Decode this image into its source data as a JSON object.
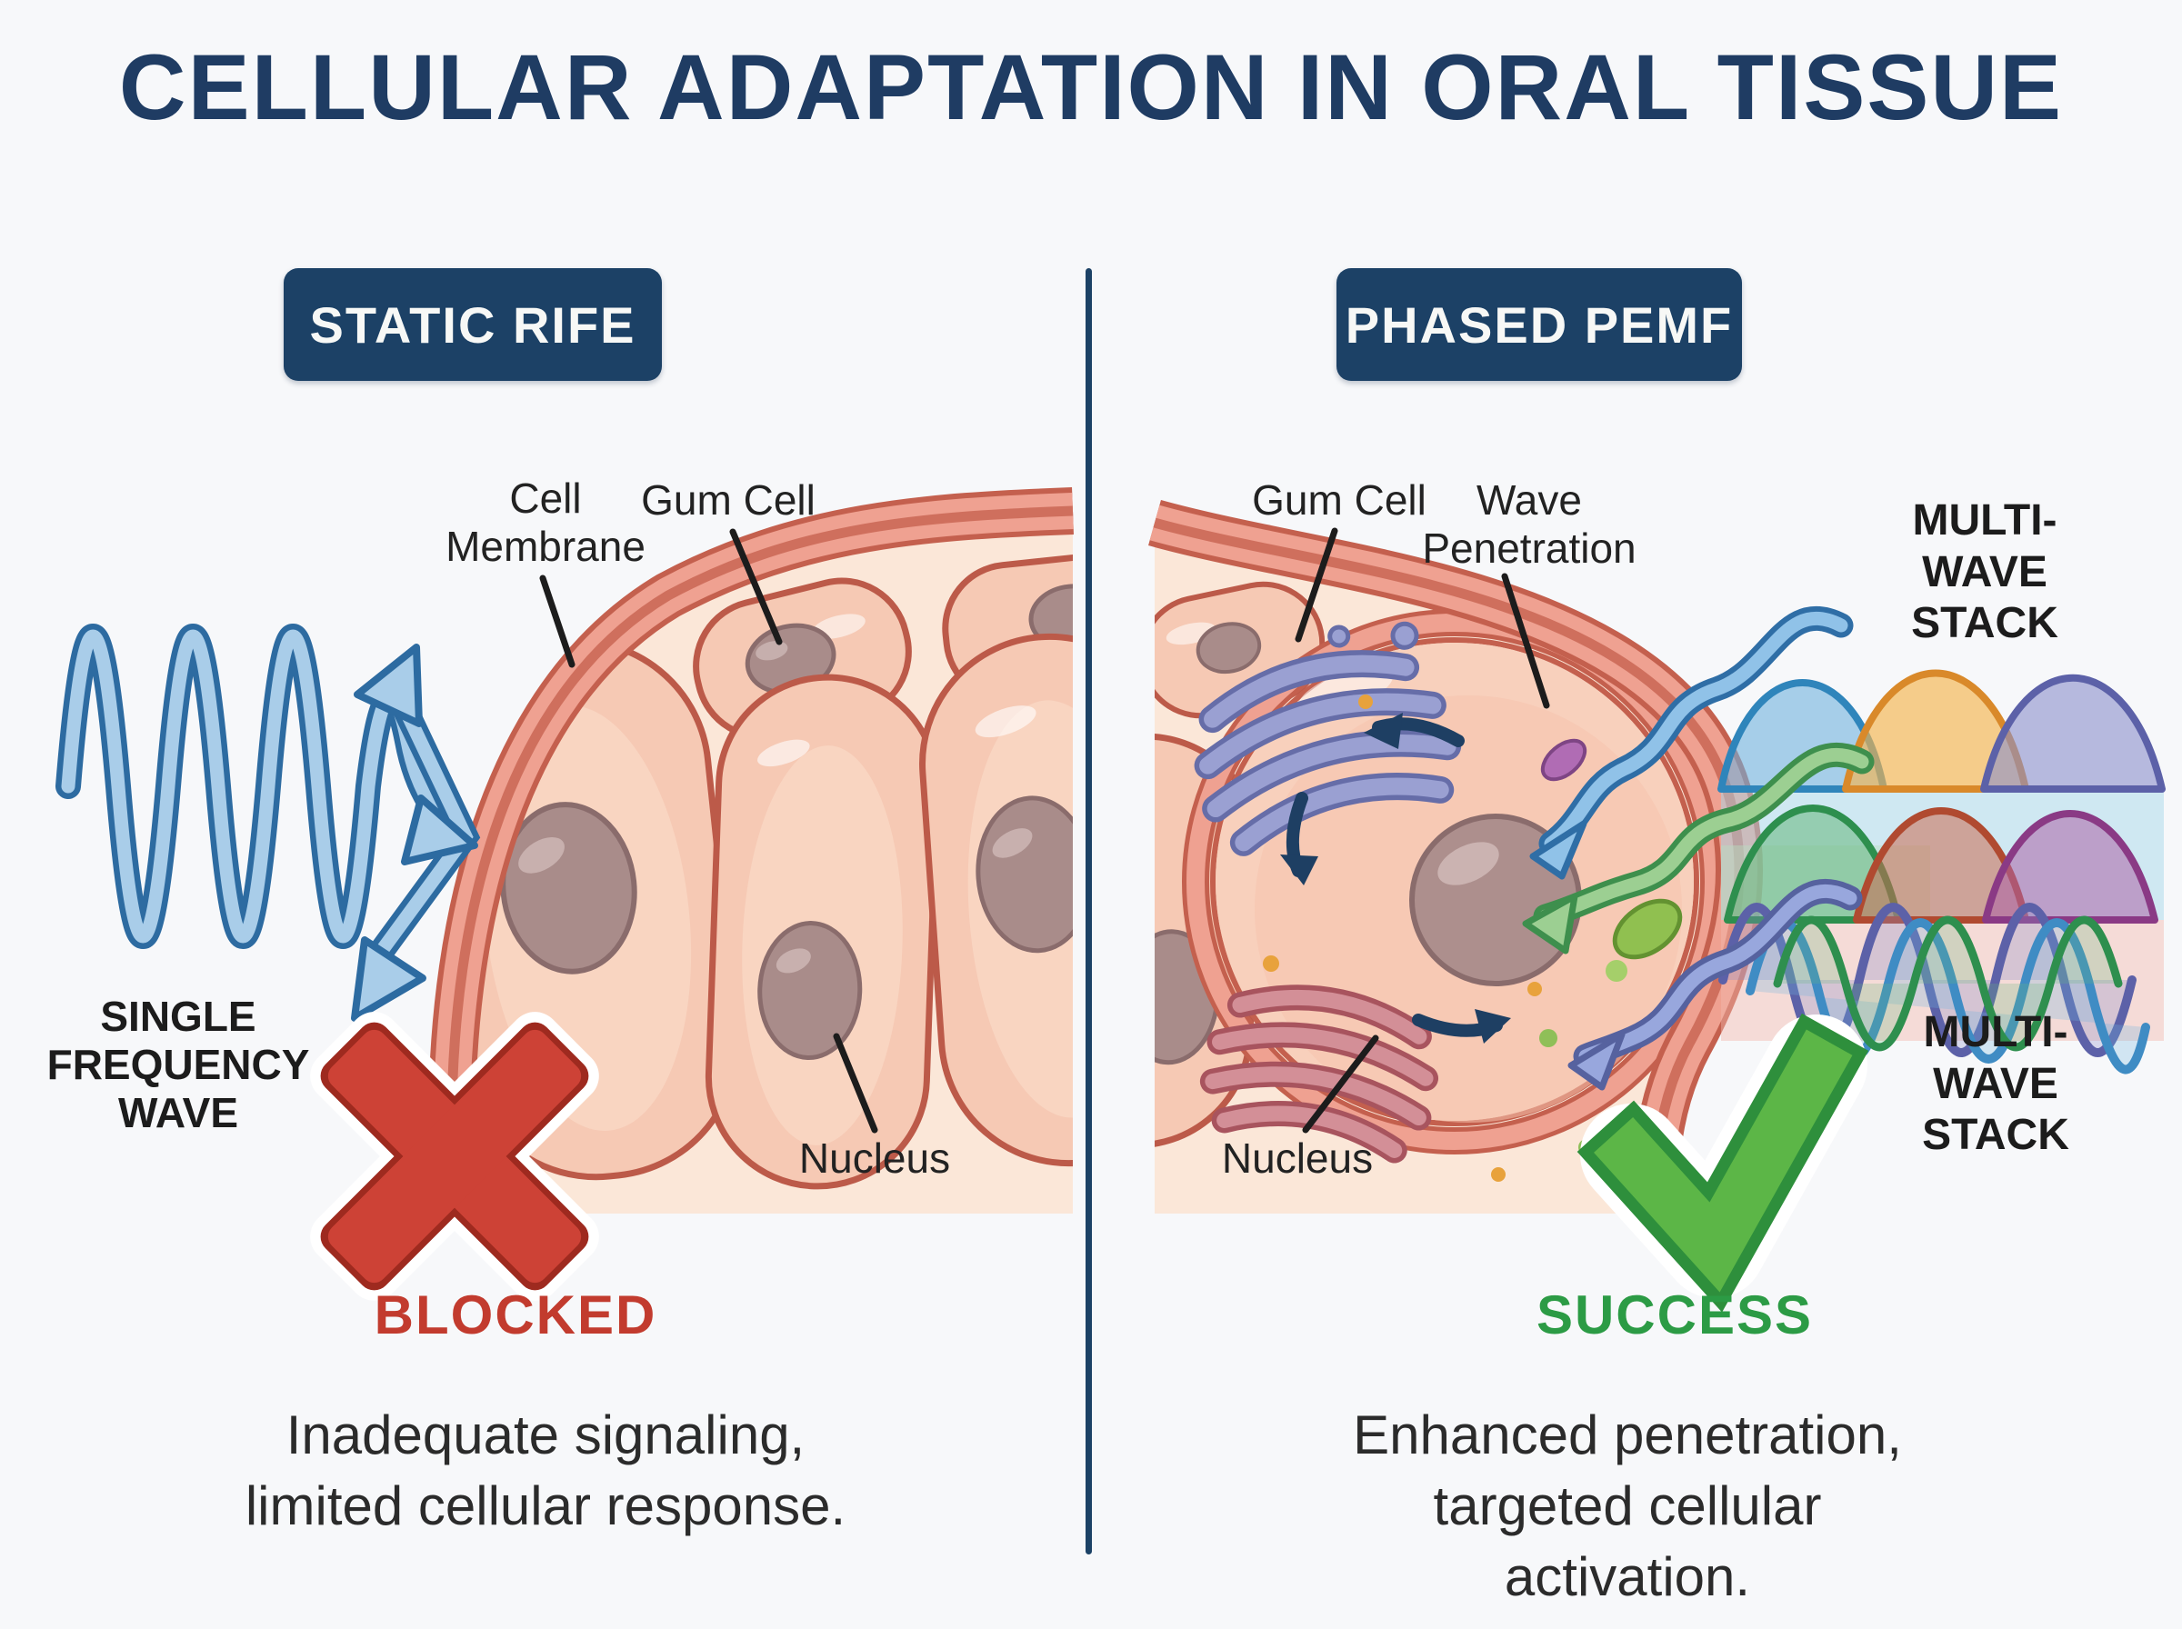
{
  "title": "CELLULAR ADAPTATION IN ORAL TISSUE",
  "left_panel": {
    "badge": "STATIC RIFE",
    "labels": {
      "cell_membrane": "Cell\nMembrane",
      "gum_cell": "Gum Cell",
      "single_frequency_wave": "SINGLE\nFREQUENCY\nWAVE",
      "nucleus": "Nucleus"
    },
    "status": "BLOCKED",
    "caption": "Inadequate signaling,\nlimited cellular response."
  },
  "right_panel": {
    "badge": "PHASED PEMF",
    "labels": {
      "gum_cell": "Gum Cell",
      "wave_penetration": "Wave\nPenetration",
      "multi_wave_stack_top": "MULTI-WAVE\nSTACK",
      "multi_wave_stack_bottom": "MULTI-WAVE\nSTACK",
      "nucleus": "Nucleus"
    },
    "status": "SUCCESS",
    "caption": "Enhanced penetration,\ntargeted cellular activation."
  },
  "icons": {
    "blocked_cross": "red-x-mark",
    "success_check": "green-check-mark",
    "single_frequency_wave": "blue-sine-wave-with-reflection-arrows",
    "multi_wave_stack": "overlapping-colored-waves",
    "tissue": "gum-tissue-cells-illustration"
  },
  "colors": {
    "page_bg": "#f7f8fa",
    "title": "#1f3c63",
    "badge_bg": "#1c4166",
    "badge_text": "#f7f8f6",
    "divider": "#1c4266",
    "label_black": "#222222",
    "caption_gray": "#2b2b2b",
    "blocked_red": "#c23b2e",
    "success_green": "#2c9b45",
    "wave_blue_light": "#a9cde9",
    "wave_blue_dark": "#2d6ba1",
    "membrane_salmon": "#efa191",
    "membrane_outline": "#c4604e",
    "tissue_peach": "#fbe7d8",
    "cell_pink": "#f6c9b4",
    "nucleus_taupe": "#ab8e8c",
    "check_green": "#5cb647",
    "cross_red": "#cd4236"
  }
}
